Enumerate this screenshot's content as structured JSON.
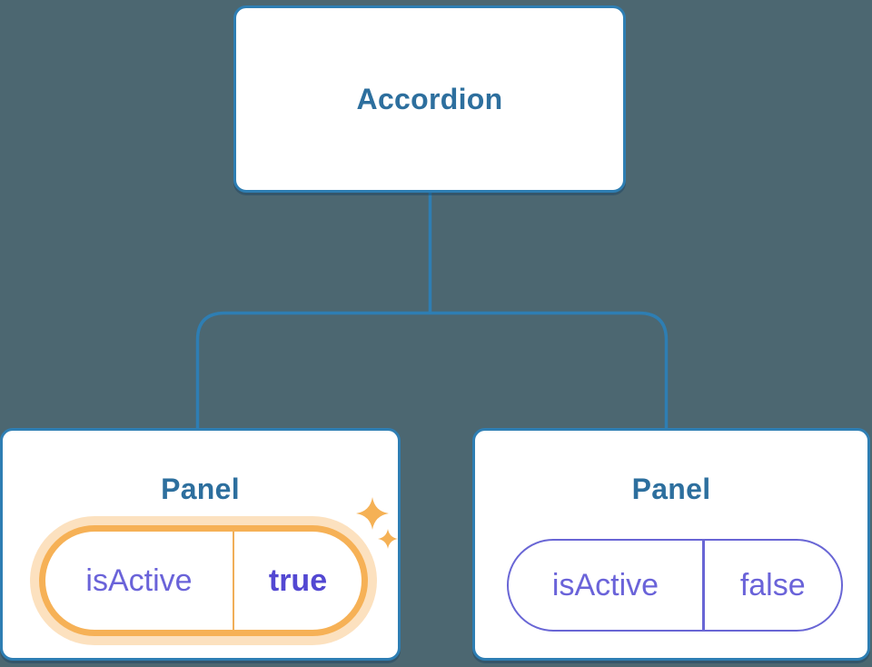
{
  "diagram": {
    "description": "React component tree diagram: Accordion parent with two Panel children holding isActive state",
    "colors": {
      "background": "#4C6771",
      "node_border_blue": "#2E7EB3",
      "node_title_blue": "#2D6F9E",
      "state_purple": "#6A63D9",
      "state_purple_bold": "#5348D2",
      "highlight_orange": "#F6B156",
      "highlight_glow": "rgba(246,177,86,0.38)",
      "node_background": "#FFFFFF"
    },
    "root": {
      "label": "Accordion"
    },
    "panels": [
      {
        "label": "Panel",
        "prop_name": "isActive",
        "prop_value": "true",
        "active": true,
        "highlighted": true
      },
      {
        "label": "Panel",
        "prop_name": "isActive",
        "prop_value": "false",
        "active": false,
        "highlighted": false
      }
    ]
  }
}
